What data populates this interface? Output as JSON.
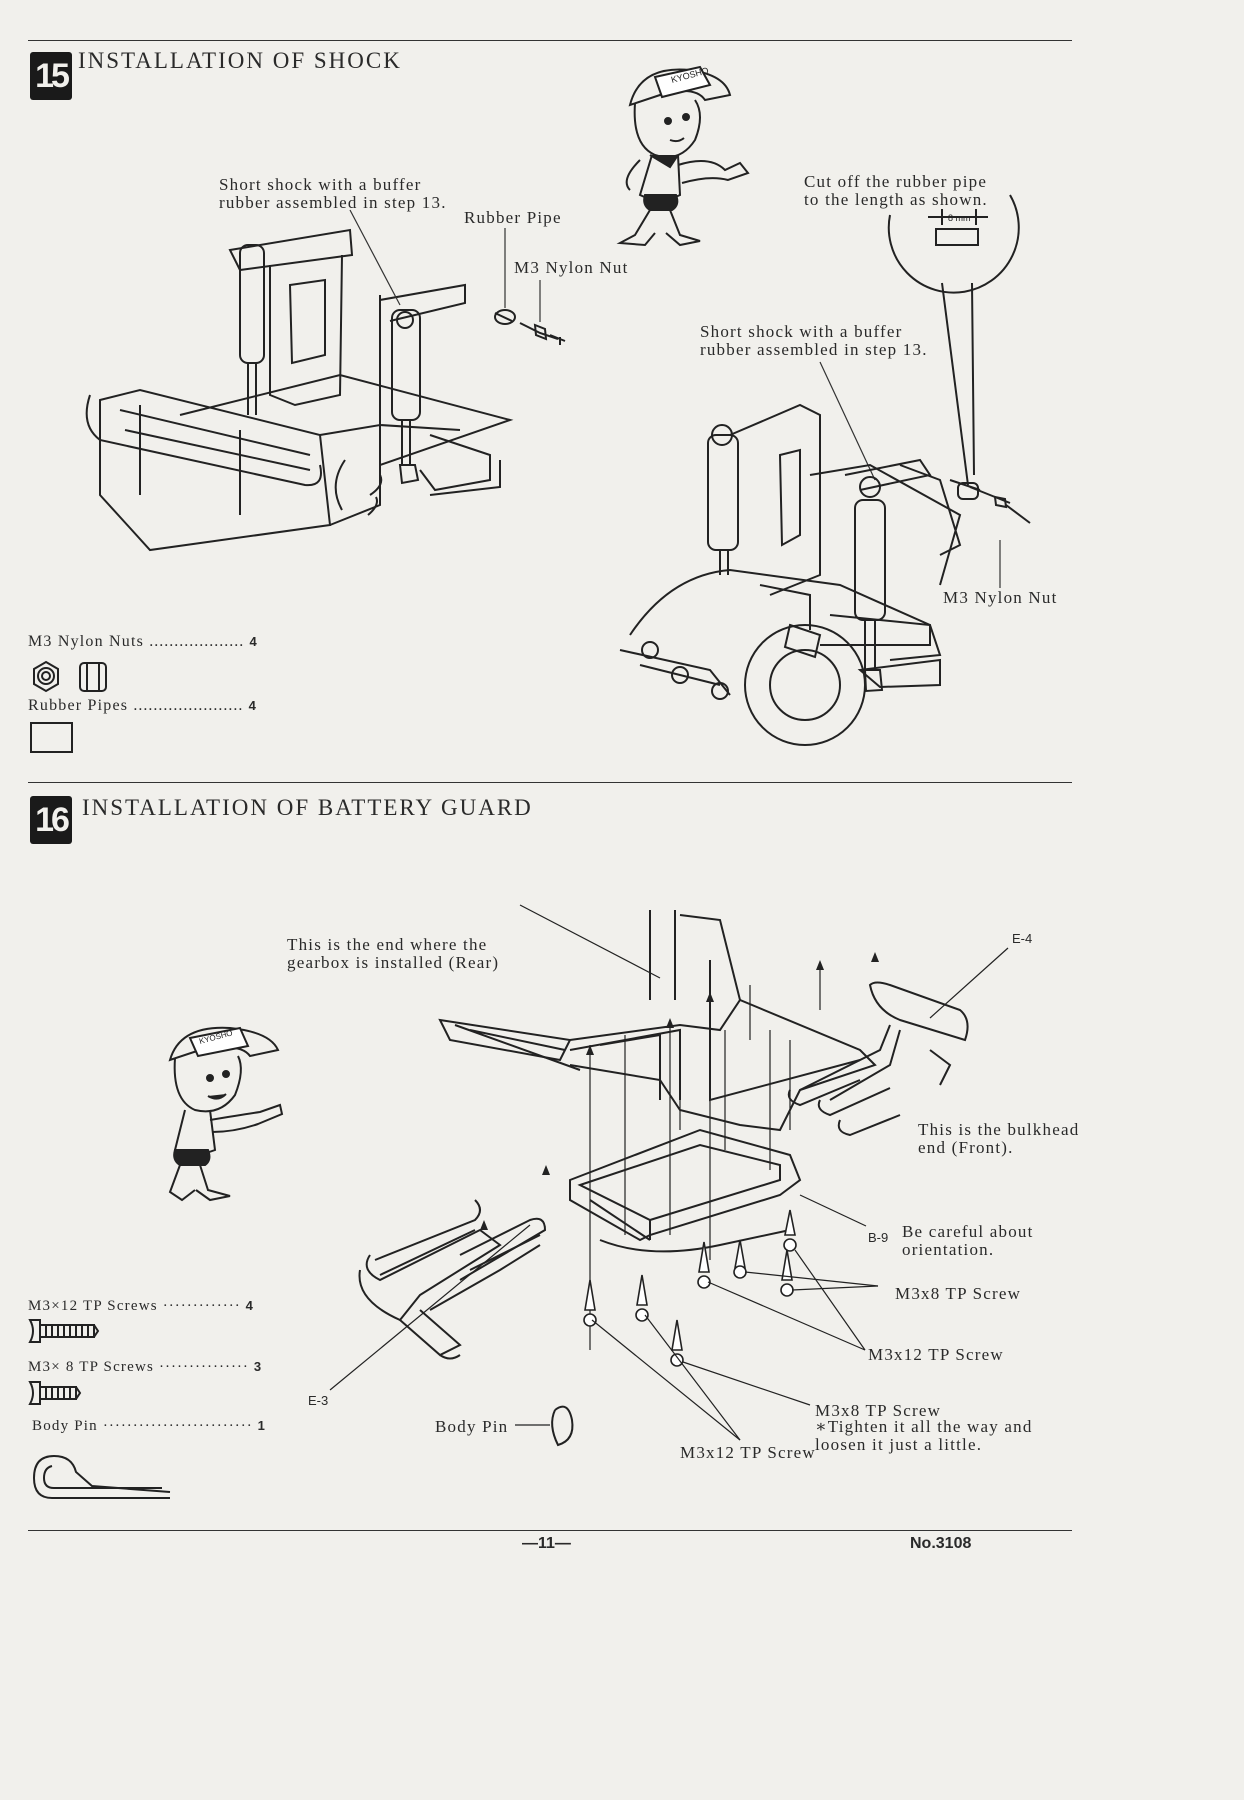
{
  "step15": {
    "number": "15",
    "title": "INSTALLATION OF SHOCK",
    "label_short_shock_left": [
      "Short shock with a buffer",
      "rubber assembled in step 13."
    ],
    "label_rubber_pipe": "Rubber Pipe",
    "label_nylon_nut_left": "M3 Nylon Nut",
    "label_cut_rubber": [
      "Cut off the rubber pipe",
      "to the length as shown."
    ],
    "label_8mm": "8 mm",
    "label_short_shock_right": [
      "Short shock with a buffer",
      "rubber assembled in step 13."
    ],
    "label_nylon_nut_right": "M3 Nylon Nut",
    "parts": [
      {
        "name": "M3 Nylon Nuts",
        "dots": "...................",
        "qty": "4"
      },
      {
        "name": "Rubber Pipes",
        "dots": "......................",
        "qty": "4"
      }
    ]
  },
  "step16": {
    "number": "16",
    "title": "INSTALLATION OF BATTERY GUARD",
    "label_rear_end": [
      "This is the end where the",
      "gearbox is installed (Rear)"
    ],
    "label_e4": "E-4",
    "label_front_end": [
      "This is the bulkhead",
      "end (Front)."
    ],
    "label_b9": "B-9",
    "label_orientation": [
      "Be careful about",
      "orientation."
    ],
    "label_m3x8_a": "M3x8 TP Screw",
    "label_m3x12_a": "M3x12 TP Screw",
    "label_m3x8_b": "M3x8 TP Screw",
    "label_tighten": [
      "∗Tighten it all the way and",
      "loosen it just a little."
    ],
    "label_m3x12_b": "M3x12 TP Screw",
    "label_e3": "E-3",
    "label_body_pin": "Body Pin",
    "parts": [
      {
        "name": "M3×12 TP Screws",
        "dots": "·············",
        "qty": "4"
      },
      {
        "name": "M3× 8 TP Screws",
        "dots": "···············",
        "qty": "3"
      },
      {
        "name": "Body Pin",
        "dots": "·························",
        "qty": "1"
      }
    ]
  },
  "mascot_cap_text": "KYOSHO",
  "footer": {
    "page": "—11—",
    "doc_no": "No.3108"
  }
}
